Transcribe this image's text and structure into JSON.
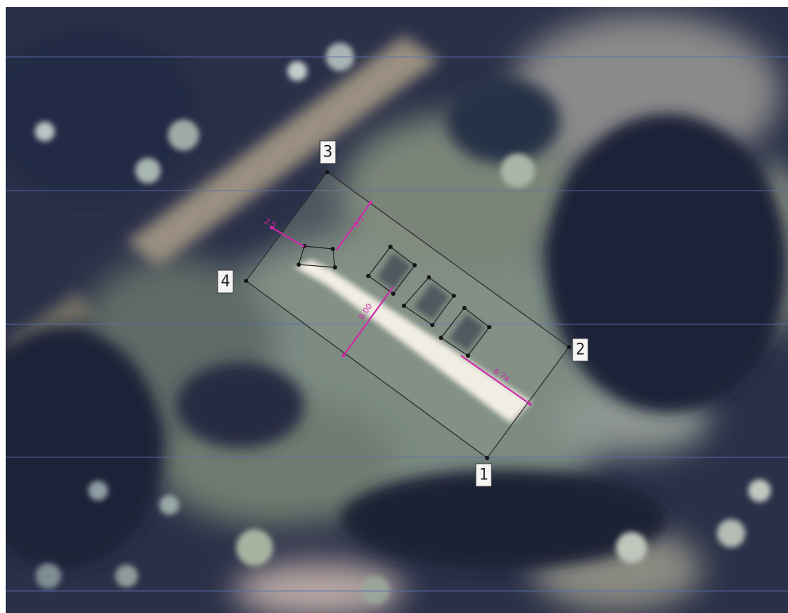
{
  "colors": {
    "parcel_outline": "#2e2e2e",
    "dimension_lines": "#d02aa8",
    "vertex_points": "#161616",
    "scan_lines": "#5a6fae",
    "vegetation_dark": "#262c45",
    "ground_light": "#8f9c8a",
    "path_highlight": "#f2efe6"
  },
  "parcel": {
    "corner_labels": [
      "1",
      "2",
      "3",
      "4"
    ]
  },
  "dimensions": {
    "labels": [
      "2.5",
      "6.1",
      "8.00",
      "6.74"
    ]
  },
  "structures": {
    "count": 4,
    "kind": "small rectangular footprints"
  }
}
